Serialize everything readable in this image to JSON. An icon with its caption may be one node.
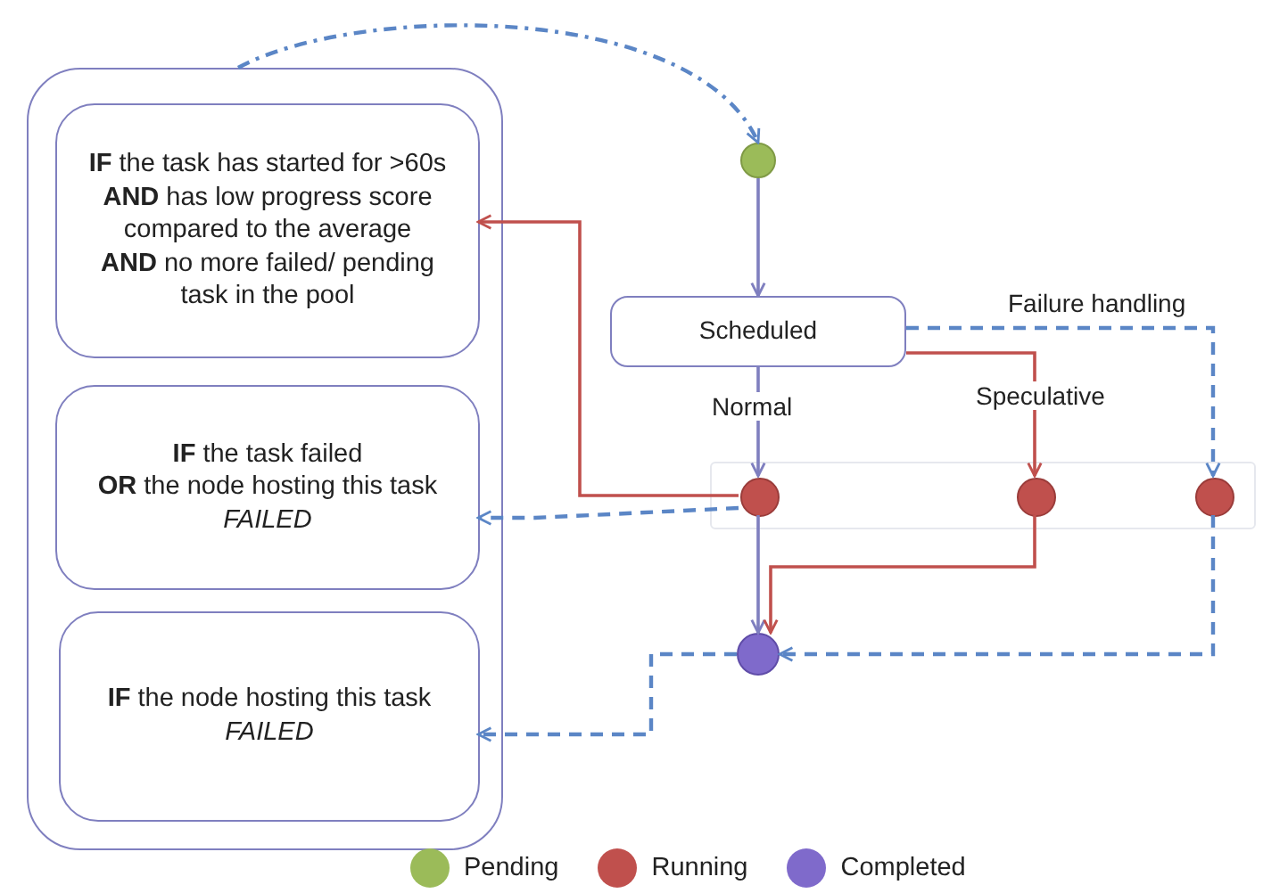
{
  "diagram": {
    "nodes": [
      {
        "text": [],
        "shape": "box"
      },
      {
        "text": [
          "**IF** the task has started for >60s",
          "**AND** has low progress score compared to the average",
          "**AND** no more failed/ pending task in the pool"
        ],
        "in": 0
      },
      {
        "text": [
          "**IF** the task failed",
          "**OR** the node hosting this task *FAILED*"
        ],
        "in": 0
      },
      {
        "text": [
          "**IF** the node hosting this task *FAILED*"
        ],
        "in": 0
      },
      {
        "text": [],
        "shape": "circle"
      },
      {
        "text": [
          "Scheduled"
        ]
      },
      {
        "text": [],
        "shape": "box"
      },
      {
        "text": [],
        "shape": "circle",
        "in": 6
      },
      {
        "text": [],
        "shape": "circle",
        "in": 6
      },
      {
        "text": [],
        "shape": "circle",
        "in": 6
      },
      {
        "text": [],
        "shape": "circle"
      }
    ],
    "edges": [
      {
        "from": 0,
        "to": 4,
        "arrow": "to",
        "style": "dashed"
      },
      {
        "from": 4,
        "to": 5,
        "arrow": "to",
        "color": "#7f7fbf"
      },
      {
        "from": 5,
        "to": 7,
        "arrow": "to",
        "label": "Normal",
        "color": "#7f7fbf"
      },
      {
        "from": 5,
        "to": 8,
        "arrow": "to",
        "label": "Speculative",
        "color": "#c0504d"
      },
      {
        "from": 5,
        "to": 9,
        "arrow": "to",
        "label": "Failure handling",
        "style": "dashed"
      },
      {
        "from": 7,
        "to": 1,
        "arrow": "to",
        "color": "#c0504d"
      },
      {
        "from": 7,
        "to": 2,
        "arrow": "to",
        "style": "dashed"
      },
      {
        "from": 7,
        "to": 10,
        "arrow": "to",
        "color": "#7f7fbf"
      },
      {
        "from": 8,
        "to": 10,
        "arrow": "to",
        "color": "#c0504d"
      },
      {
        "from": 9,
        "to": 10,
        "arrow": "to",
        "style": "dashed"
      },
      {
        "from": 10,
        "to": 3,
        "arrow": "to",
        "style": "dashed"
      }
    ],
    "legend": [
      {
        "text": "Pending",
        "color": "#9bbb59"
      },
      {
        "text": "Running",
        "color": "#c0504d"
      },
      {
        "text": "Completed",
        "color": "#7f6acb"
      }
    ]
  }
}
